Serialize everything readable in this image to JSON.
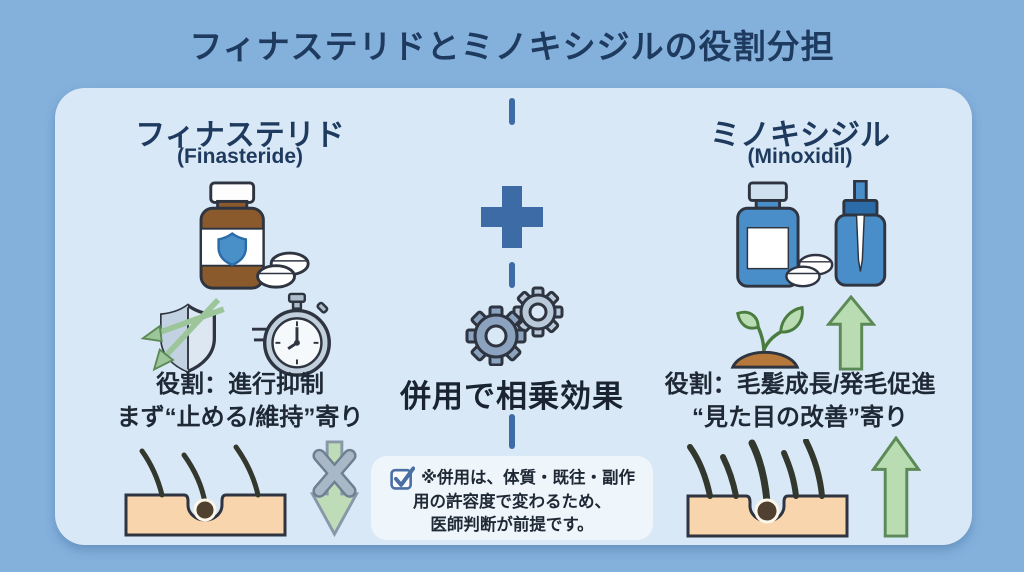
{
  "title": "フィナステリドとミノキシジルの役割分担",
  "colors": {
    "background": "#84b0dc",
    "card": "#d9e8f6",
    "navy": "#1e3a5e",
    "accent_blue": "#3d6ba5",
    "green_arrow": "#b9dcb2",
    "note_bg": "#eef5fb",
    "bottle_brown": "#8a5a2c",
    "bottle_blue": "#4a8ec9"
  },
  "left": {
    "heading": "フィナステリド",
    "subheading": "(Finasteride)",
    "role_line1": "役割：進行抑制",
    "role_line2": "まず“止める/維持”寄り",
    "icons": [
      "pill-bottle-icon",
      "shield-deflect-icon",
      "stopwatch-icon",
      "hair-follicle-icon",
      "blocked-down-arrow-icon"
    ]
  },
  "center": {
    "synergy": "併用で相乗効果",
    "icons": [
      "plus-icon",
      "gears-icon",
      "checkbox-checked-icon"
    ],
    "note": {
      "line1": "※併用は、体質・既往・副作",
      "line2": "用の許容度で変わるため、",
      "line3": "医師判断が前提です。"
    }
  },
  "right": {
    "heading": "ミノキシジル",
    "subheading": "(Minoxidil)",
    "role_line1": "役割：毛髪成長/発毛促進",
    "role_line2": "“見た目の改善”寄り",
    "icons": [
      "medicine-bottle-dropper-icon",
      "sprout-icon",
      "up-arrow-icon",
      "hair-growth-icon",
      "growth-up-arrow-icon"
    ]
  }
}
